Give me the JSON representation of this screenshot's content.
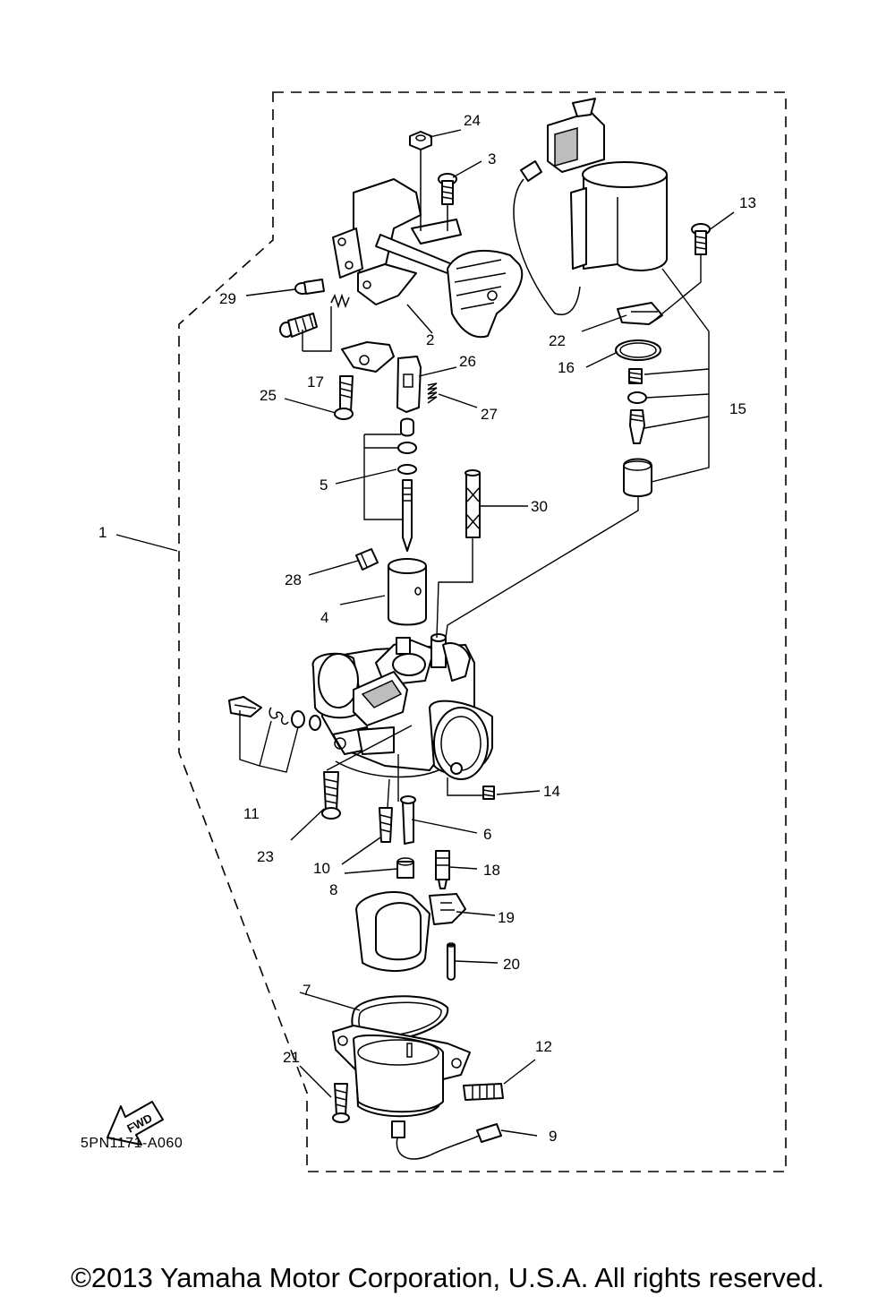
{
  "callouts": {
    "c1": "1",
    "c2": "2",
    "c3": "3",
    "c4": "4",
    "c5": "5",
    "c6": "6",
    "c7": "7",
    "c8": "8",
    "c9": "9",
    "c10": "10",
    "c11": "11",
    "c12": "12",
    "c13": "13",
    "c14": "14",
    "c15": "15",
    "c16": "16",
    "c17": "17",
    "c18": "18",
    "c19": "19",
    "c20": "20",
    "c21": "21",
    "c22": "22",
    "c23": "23",
    "c24": "24",
    "c25": "25",
    "c26": "26",
    "c27": "27",
    "c28": "28",
    "c29": "29",
    "c30": "30"
  },
  "fwd_label": "FWD",
  "reference_code": "5PN1171-A060",
  "copyright": "©2013 Yamaha Motor Corporation, U.S.A. All rights reserved."
}
